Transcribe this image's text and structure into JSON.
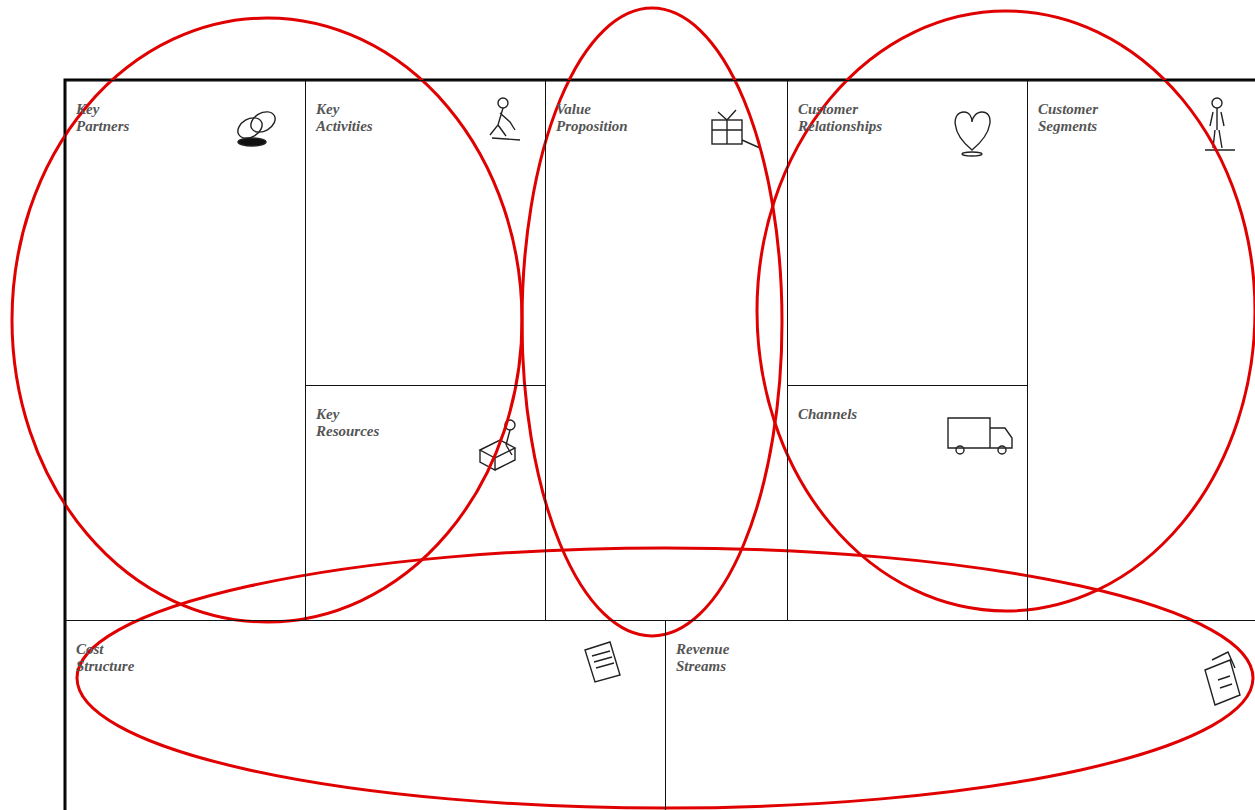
{
  "diagram": {
    "nodes": [
      {
        "text": [
          "Key Partners"
        ]
      },
      {
        "text": [
          "Key Activities"
        ]
      },
      {
        "text": [
          "Value Proposition"
        ]
      },
      {
        "text": [
          "Customer Relationships"
        ]
      },
      {
        "text": [
          "Customer Segments"
        ]
      },
      {
        "text": [
          "Key Resources"
        ]
      },
      {
        "text": [
          "Channels"
        ]
      },
      {
        "text": [
          "Cost Structure"
        ]
      },
      {
        "text": [
          "Revenue Streams"
        ]
      }
    ]
  }
}
